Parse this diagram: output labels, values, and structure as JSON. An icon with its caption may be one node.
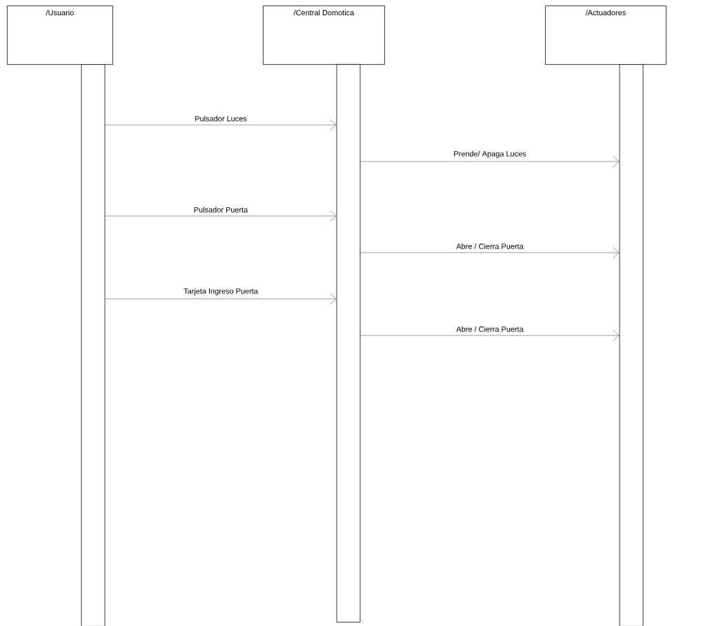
{
  "diagram": {
    "nodes": [
      {
        "text": [
          "/Usuario"
        ]
      },
      {
        "text": [
          "/Central Domotica"
        ]
      },
      {
        "text": [
          "/Actuadores"
        ]
      },
      {
        "text": [],
        "shape": "bar"
      },
      {
        "text": [],
        "shape": "bar"
      },
      {
        "text": [],
        "shape": "bar"
      }
    ],
    "edges": [
      {
        "from": 3,
        "to": 4,
        "arrow": "to",
        "label": "Pulsador Luces"
      },
      {
        "from": 4,
        "to": 5,
        "arrow": "to",
        "label": "Prende/ Apaga Luces"
      },
      {
        "from": 3,
        "to": 4,
        "arrow": "to",
        "label": "Pulsador Puerta"
      },
      {
        "from": 4,
        "to": 5,
        "arrow": "to",
        "label": "Abre / Cierra Puerta"
      },
      {
        "from": 3,
        "to": 4,
        "arrow": "to",
        "label": "Tarjeta Ingreso Puerta"
      },
      {
        "from": 4,
        "to": 5,
        "arrow": "to",
        "label": "Abre / Cierra Puerta"
      }
    ]
  }
}
